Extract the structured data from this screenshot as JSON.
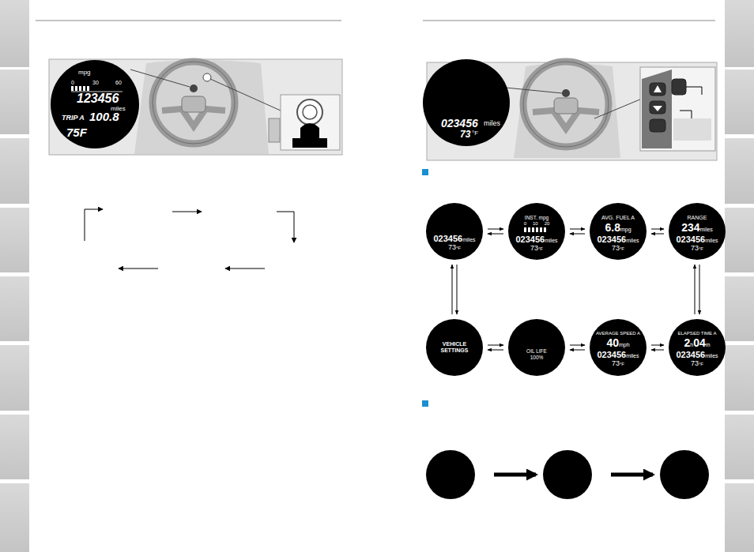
{
  "diagram": {
    "nodes": [
      {
        "text": [
          "023456",
          "miles",
          "73",
          "°F"
        ]
      },
      {
        "text": [
          "INST. mpg",
          "0",
          "10",
          "20",
          "023456",
          "miles",
          "73",
          "°F"
        ]
      },
      {
        "text": [
          "AVG. FUEL A",
          "6.8",
          "mpg",
          "023456",
          "miles",
          "73",
          "°F"
        ]
      },
      {
        "text": [
          "RANGE",
          "234",
          "miles",
          "023456",
          "miles",
          "73",
          "°F"
        ]
      },
      {
        "text": [
          "VEHICLE SETTINGS"
        ]
      },
      {
        "text": [
          "OIL LIFE",
          "100%"
        ]
      },
      {
        "text": [
          "AVERAGE SPEED A",
          "40",
          "mph",
          "023456",
          "miles",
          "73",
          "°F"
        ]
      },
      {
        "text": [
          "ELAPSED TIME A",
          "2",
          "h",
          "04",
          "m",
          "023456",
          "miles",
          "73",
          "°F"
        ]
      }
    ],
    "edges": [
      {
        "from": 0,
        "to": 1,
        "arrow": "both"
      },
      {
        "from": 1,
        "to": 2,
        "arrow": "both"
      },
      {
        "from": 2,
        "to": 3,
        "arrow": "both"
      },
      {
        "from": 0,
        "to": 4,
        "arrow": "both"
      },
      {
        "from": 3,
        "to": 7,
        "arrow": "both"
      },
      {
        "from": 4,
        "to": 5,
        "arrow": "both"
      },
      {
        "from": 5,
        "to": 6,
        "arrow": "both"
      },
      {
        "from": 6,
        "to": 7,
        "arrow": "both"
      }
    ],
    "labels": [
      "mpg",
      "0",
      "30",
      "60",
      "123456",
      "miles",
      "TRIP A",
      "100.8",
      "75F",
      "023456",
      "miles",
      "73",
      "°F"
    ]
  }
}
